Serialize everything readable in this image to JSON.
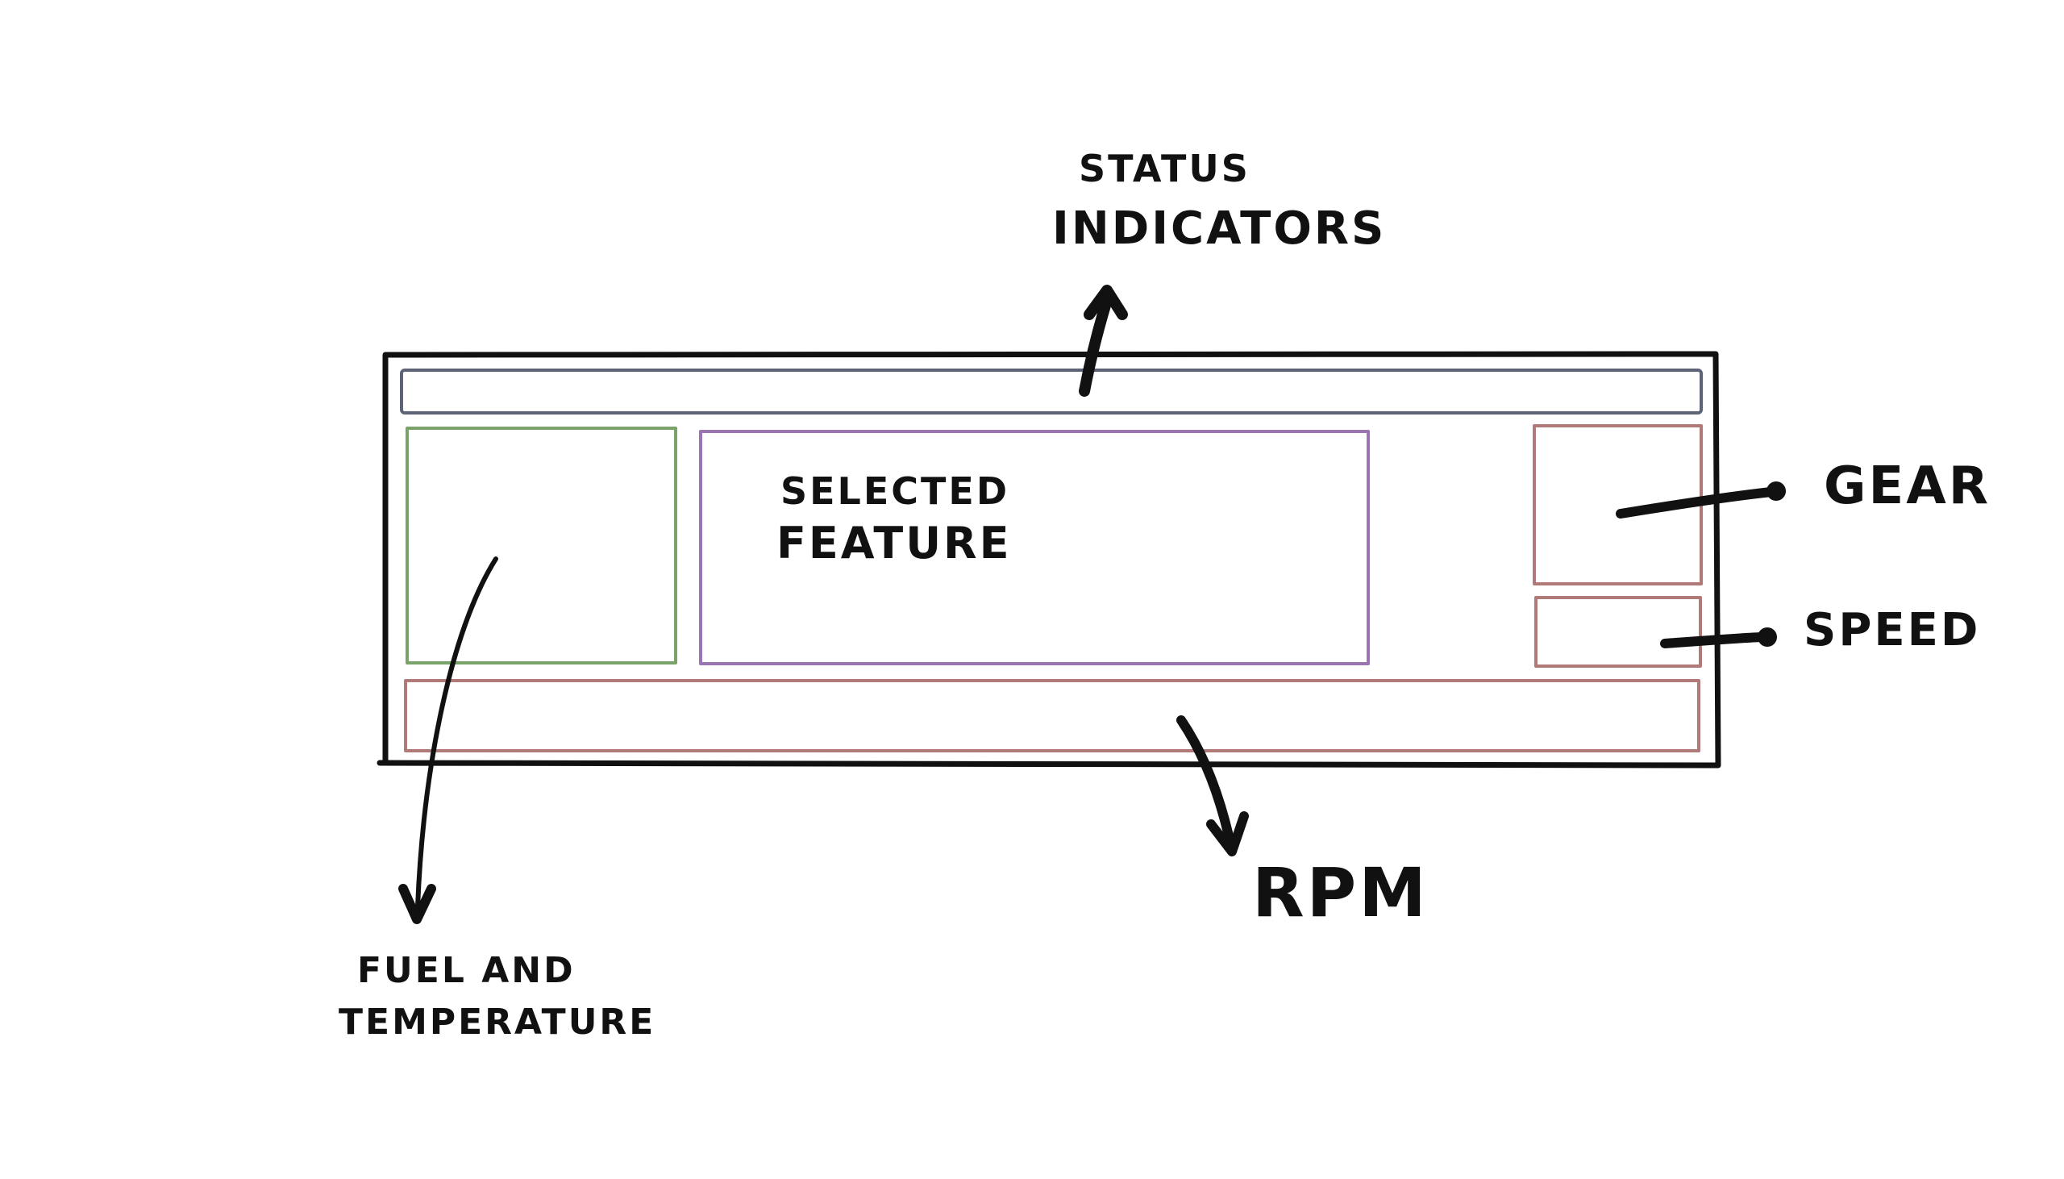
{
  "colors": {
    "ink": "#111111",
    "background": "#ffffff",
    "outer_frame": "#111111",
    "status_bar": "#5d6475",
    "fuel_temperature_panel": "#7aa36a",
    "selected_feature_panel": "#9a74b3",
    "gear_panel": "#b07a78",
    "speed_panel": "#b07a78",
    "rpm_bar": "#b07a78"
  },
  "labels": {
    "status_line1": "STATUS",
    "status_line2": "INDICATORS",
    "selected_line1": "SELECTED",
    "selected_line2": "FEATURE",
    "gear": "GEAR",
    "speed": "SPEED",
    "rpm": "RPM",
    "fuel_line1": "FUEL AND",
    "fuel_line2": "TEMPERATURE"
  }
}
